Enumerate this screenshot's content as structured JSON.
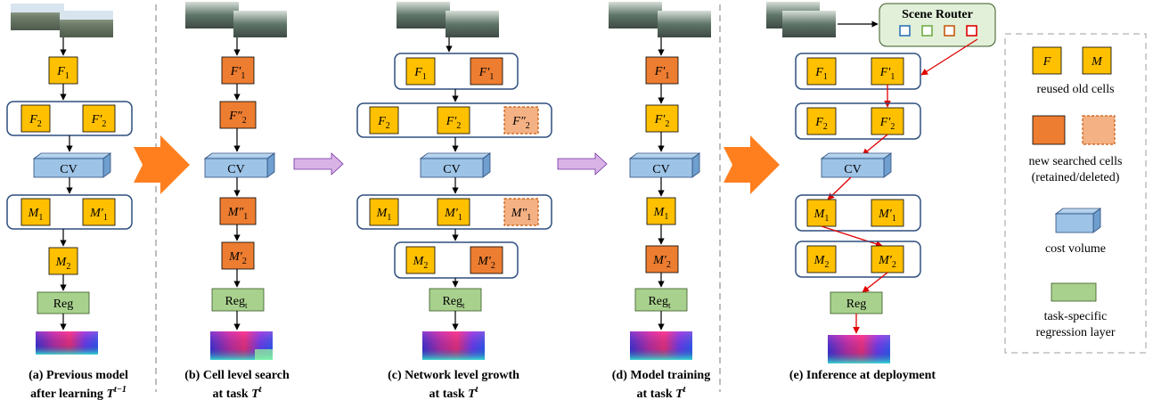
{
  "colors": {
    "reused": "#FFC000",
    "new": "#ED7D31",
    "cv": "#9DC3E6",
    "reg": "#A9D18E",
    "router": "#E2F0D9",
    "arrow_red": "#E00000",
    "big_arrow": "#FF7F1F",
    "small_arrow": "#D9B3E6"
  },
  "labels": {
    "F1": "F",
    "F1s": "1",
    "F1p": "F′",
    "F1ps": "1",
    "F2": "F",
    "F2s": "2",
    "F2p": "F′",
    "F2ps": "2",
    "F2pp": "F″",
    "F2pps": "2",
    "M1": "M",
    "M1s": "1",
    "M1p": "M′",
    "M1ps": "1",
    "M1pp": "M″",
    "M1pps": "1",
    "M2": "M",
    "M2s": "2",
    "M2p": "M′",
    "M2ps": "2",
    "cv": "CV",
    "reg": "Reg",
    "reg_t": "Reg",
    "reg_t_sub": "t"
  },
  "router": {
    "title": "Scene Router",
    "slot_colors": [
      "#2E75B6",
      "#70AD47",
      "#C55A11",
      "#E00000"
    ]
  },
  "captions": {
    "a1": "(a) Previous model",
    "a2": "after learning ",
    "a2_sym": "T",
    "a2_sup": "t−1",
    "b1": "(b) Cell level search",
    "b2": "at task ",
    "b2_sym": "T",
    "b2_sup": "t",
    "c1": "(c) Network level growth",
    "c2": "at task ",
    "c2_sym": "T",
    "c2_sup": "t",
    "d1": "(d) Model training",
    "d2": "at task ",
    "d2_sym": "T",
    "d2_sup": "t",
    "e1": "(e) Inference at deployment"
  },
  "legend": {
    "f_label": "F",
    "m_label": "M",
    "reused": "reused old cells",
    "new1": "new searched cells",
    "new2": "(retained/deleted)",
    "cost": "cost volume",
    "reg1": "task-specific",
    "reg2": "regression layer"
  }
}
